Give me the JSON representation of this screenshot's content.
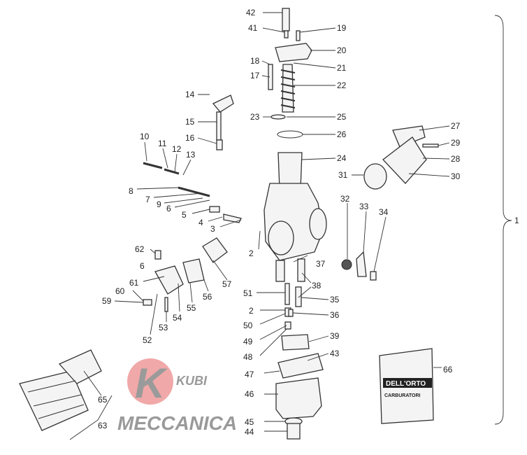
{
  "diagram": {
    "title": "Carburetor exploded parts view",
    "watermark": {
      "logo_letter": "K",
      "small_text": "KUBI",
      "text": "MECCANICA"
    },
    "bag_label": {
      "brand": "DELL'ORTO",
      "line2": "CARBURATORI"
    },
    "callouts": [
      "42",
      "41",
      "19",
      "20",
      "18",
      "21",
      "17",
      "22",
      "14",
      "23",
      "25",
      "15",
      "26",
      "16",
      "27",
      "10",
      "29",
      "11",
      "12",
      "13",
      "24",
      "28",
      "31",
      "30",
      "8",
      "7",
      "9",
      "6",
      "32",
      "33",
      "34",
      "5",
      "4",
      "3",
      "1",
      "2",
      "62",
      "6",
      "37",
      "57",
      "61",
      "38",
      "60",
      "55",
      "56",
      "51",
      "59",
      "35",
      "2",
      "54",
      "36",
      "53",
      "50",
      "52",
      "39",
      "49",
      "48",
      "43",
      "66",
      "47",
      "65",
      "46",
      "63",
      "45",
      "44"
    ]
  }
}
